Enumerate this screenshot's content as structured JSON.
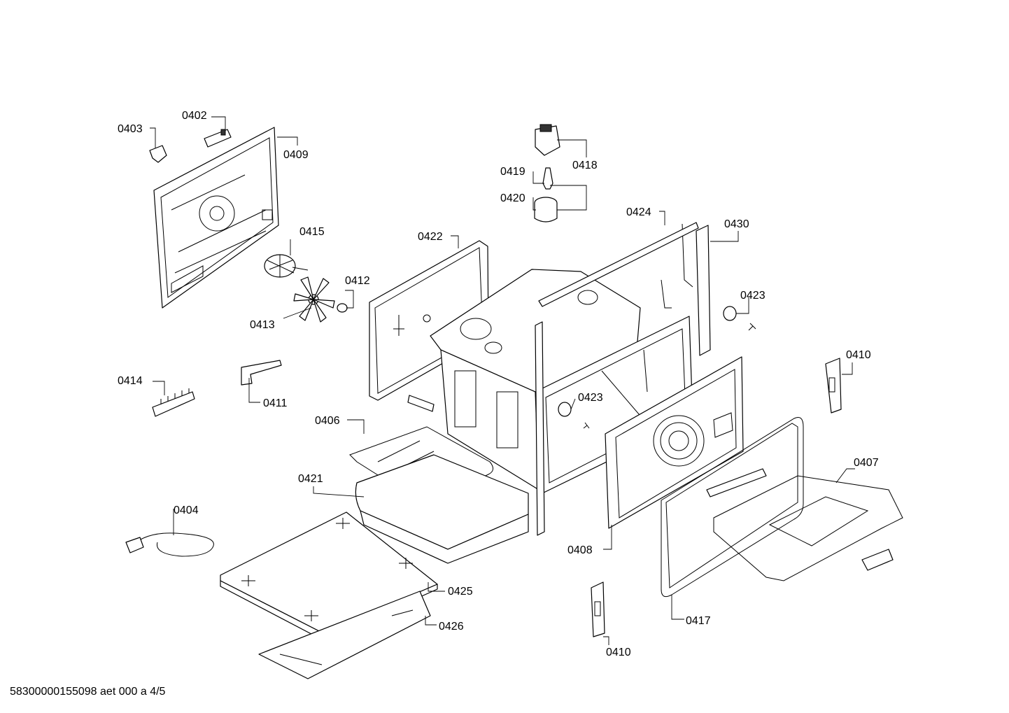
{
  "footer": {
    "text": "58300000155098 aet 000 a 4/5"
  },
  "callouts": {
    "c0402": "0402",
    "c0403": "0403",
    "c0409": "0409",
    "c0415": "0415",
    "c0412": "0412",
    "c0413": "0413",
    "c0414": "0414",
    "c0411": "0411",
    "c0406": "0406",
    "c0421": "0421",
    "c0404": "0404",
    "c0425": "0425",
    "c0426": "0426",
    "c0422": "0422",
    "c0419": "0419",
    "c0418": "0418",
    "c0420": "0420",
    "c0424": "0424",
    "c0430": "0430",
    "c0423a": "0423",
    "c0423b": "0423",
    "c0410a": "0410",
    "c0410b": "0410",
    "c0407": "0407",
    "c0408": "0408",
    "c0417": "0417"
  }
}
